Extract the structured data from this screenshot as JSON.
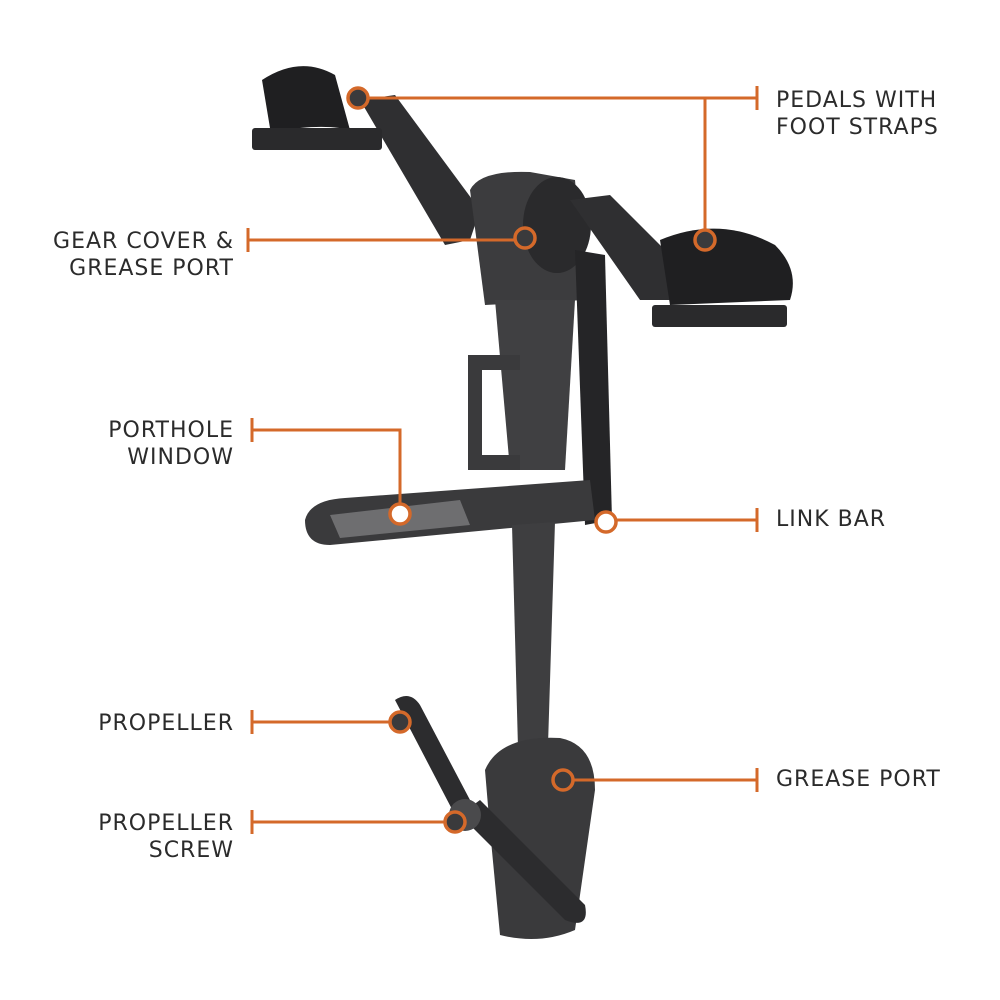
{
  "accent_color": "#d4692a",
  "body_color": "#3a3a3c",
  "labels": {
    "pedals": {
      "line1": "PEDALS WITH",
      "line2": "FOOT STRAPS"
    },
    "gear_cover": {
      "line1": "GEAR COVER &",
      "line2": "GREASE PORT"
    },
    "porthole": {
      "line1": "PORTHOLE",
      "line2": "WINDOW"
    },
    "link_bar": {
      "line1": "LINK BAR"
    },
    "propeller": {
      "line1": "PROPELLER"
    },
    "grease_port": {
      "line1": "GREASE PORT"
    },
    "propeller_screw": {
      "line1": "PROPELLER",
      "line2": "SCREW"
    }
  }
}
